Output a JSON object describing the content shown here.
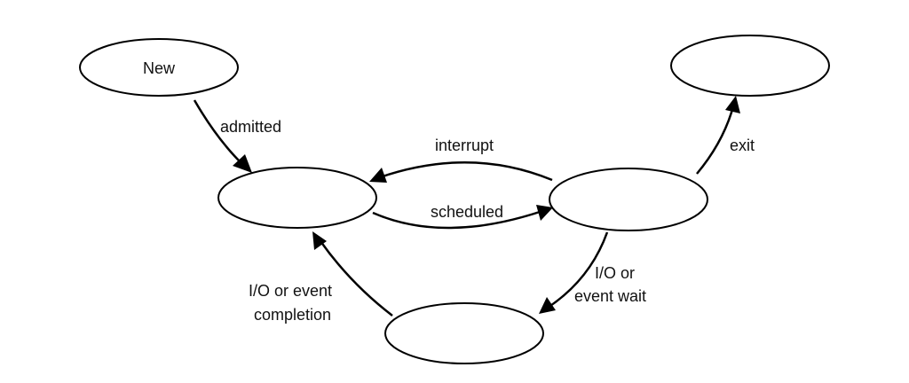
{
  "states": {
    "new": {
      "label": "New"
    },
    "ready": {
      "label": ""
    },
    "running": {
      "label": ""
    },
    "waiting": {
      "label": ""
    },
    "terminated": {
      "label": ""
    }
  },
  "transitions": {
    "admitted": {
      "label": "admitted"
    },
    "interrupt": {
      "label": "interrupt"
    },
    "scheduled": {
      "label": "scheduled"
    },
    "exit": {
      "label": "exit"
    },
    "io_event_wait": {
      "line1": "I/O or",
      "line2": "event wait"
    },
    "io_event_completion": {
      "line1": "I/O or event",
      "line2": "completion"
    }
  },
  "colors": {
    "stroke": "#000000",
    "fill": "#ffffff",
    "text": "#111111"
  }
}
